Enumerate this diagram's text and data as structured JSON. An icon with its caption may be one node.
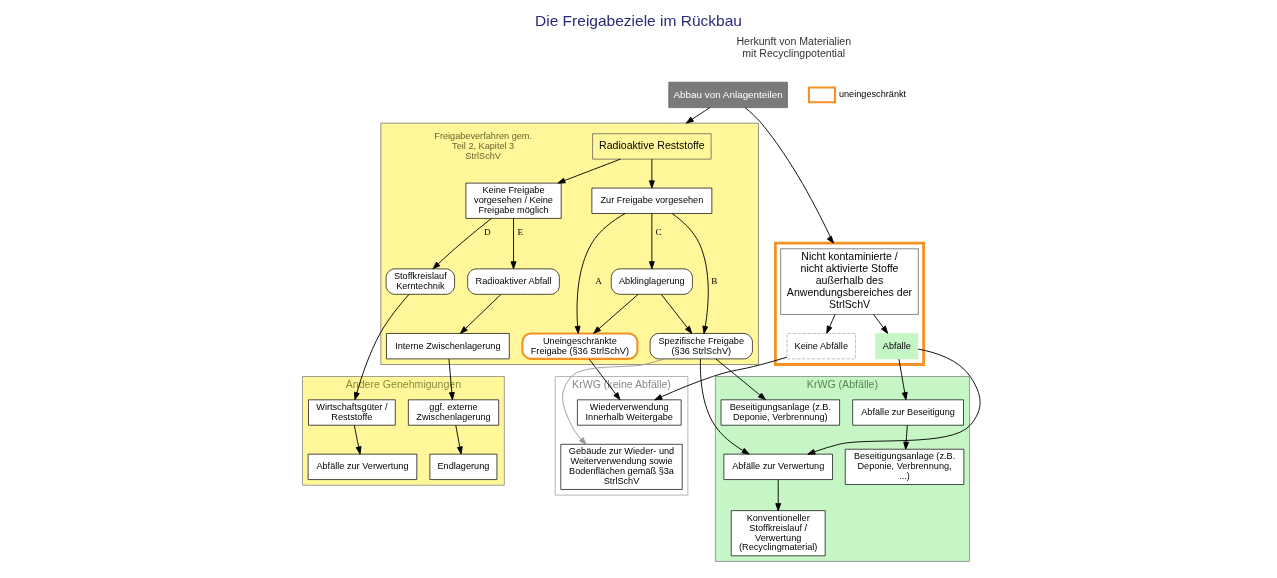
{
  "diagram": {
    "title": "Die Freigabeziele im Rückbau",
    "nodes": [
      {
        "text": [
          "Abbau von Anlagenteilen"
        ]
      },
      {
        "text": [
          "Nicht kontaminierte / nicht aktivierte Stoffe",
          "außerhalb des Anwendungsbereiches der StrlSchV"
        ]
      },
      {
        "text": [
          "Keine Abfälle"
        ],
        "in": 1
      },
      {
        "text": [
          "Abfälle"
        ],
        "in": 1
      },
      {
        "text": [
          "Radioaktive Reststoffe"
        ]
      },
      {
        "text": [
          "Zur Freigabe vorgesehen"
        ],
        "in": 4
      },
      {
        "text": [
          "Abklinglagerung"
        ],
        "in": 4
      },
      {
        "text": [
          "Uneingeschränkte Freigabe (§36 StrlSchV)"
        ],
        "in": 4
      },
      {
        "text": [
          "Spezifische Freigabe (§36 StrlSchV)"
        ],
        "in": 4
      },
      {
        "text": [
          "Keine Freigabe vorgesehen / Keine Freigabe möglich"
        ],
        "in": 4
      },
      {
        "text": [
          "Stoffkreislauf Kerntechnik"
        ],
        "in": 4
      },
      {
        "text": [
          "Radioaktiver Abfall"
        ],
        "in": 4
      },
      {
        "text": [
          "Interne Zwischenlagerung"
        ],
        "in": 4
      },
      {
        "text": [
          "KrWG (keine Abfälle)"
        ]
      },
      {
        "text": [
          "Wiederverwendung Innerhalb Weitergabe"
        ],
        "in": 13
      },
      {
        "text": [
          "Gebäude zur Wieder- und Weiterverwendung sowie Bodenflächen gemäß §3a StrlSchV"
        ],
        "in": 13
      },
      {
        "text": [
          "KrWG (Abfälle)"
        ]
      },
      {
        "text": [
          "Abfälle zur Beseitigung"
        ],
        "in": 16
      },
      {
        "text": [
          "Abfälle zur Verwertung"
        ],
        "in": 16
      },
      {
        "text": [
          "Beseitigungsanlage (z.B. Deponie, Verbrennung, ...)"
        ],
        "in": 16
      },
      {
        "text": [
          "Konventioneller Stoffkreislauf / Verwertung (Recyclingmaterial)"
        ],
        "in": 16
      },
      {
        "text": [
          "Beseitigungsanlage (z.B. Deponie, Verbrennung)"
        ],
        "in": 16
      },
      {
        "text": [
          "Andere Genehmigungen"
        ]
      },
      {
        "text": [
          "Wirtschaftsgüter / Reststoffe"
        ],
        "in": 22
      },
      {
        "text": [
          "Abfälle zur Verwertung"
        ],
        "in": 22
      },
      {
        "text": [
          "ggf. externe Zwischenlagerung"
        ],
        "in": 22
      },
      {
        "text": [
          "Endlagerung"
        ],
        "in": 22
      }
    ],
    "edges": [
      {
        "from": 0,
        "to": 1,
        "arrow": "to"
      },
      {
        "from": 0,
        "to": 4,
        "arrow": "to"
      },
      {
        "from": 1,
        "to": 2,
        "arrow": "to"
      },
      {
        "from": 1,
        "to": 3,
        "arrow": "to"
      },
      {
        "from": 4,
        "to": 5,
        "arrow": "to"
      },
      {
        "from": 4,
        "to": 9,
        "arrow": "to"
      },
      {
        "from": 5,
        "to": 7,
        "arrow": "to",
        "label": "A"
      },
      {
        "from": 5,
        "to": 8,
        "arrow": "to",
        "label": "B"
      },
      {
        "from": 5,
        "to": 6,
        "arrow": "to",
        "label": "C"
      },
      {
        "from": 6,
        "to": 7,
        "arrow": "to"
      },
      {
        "from": 6,
        "to": 8,
        "arrow": "to"
      },
      {
        "from": 9,
        "to": 10,
        "arrow": "to",
        "label": "D"
      },
      {
        "from": 9,
        "to": 11,
        "arrow": "to",
        "label": "E"
      },
      {
        "from": 11,
        "to": 12,
        "arrow": "to"
      },
      {
        "from": 2,
        "to": 14,
        "arrow": "to"
      },
      {
        "from": 7,
        "to": 14,
        "arrow": "to"
      },
      {
        "from": 8,
        "to": 15,
        "arrow": "to",
        "color": "#999999"
      },
      {
        "from": 3,
        "to": 17,
        "arrow": "to"
      },
      {
        "from": 3,
        "to": 18,
        "arrow": "to"
      },
      {
        "from": 8,
        "to": 18,
        "arrow": "to"
      },
      {
        "from": 8,
        "to": 21,
        "arrow": "to"
      },
      {
        "from": 17,
        "to": 19,
        "arrow": "to"
      },
      {
        "from": 18,
        "to": 20,
        "arrow": "to"
      },
      {
        "from": 10,
        "to": 23,
        "arrow": "to"
      },
      {
        "from": 12,
        "to": 25,
        "arrow": "to"
      },
      {
        "from": 23,
        "to": 24,
        "arrow": "to"
      },
      {
        "from": 25,
        "to": 26,
        "arrow": "to"
      }
    ],
    "labels": [
      "Herkunft von Materialien mit Recyclingpotential",
      "Freigabeverfahren gem. Teil 2, Kapitel 3 StrlSchV"
    ],
    "legend": [
      {
        "text": "uneingeschränkt"
      }
    ]
  }
}
